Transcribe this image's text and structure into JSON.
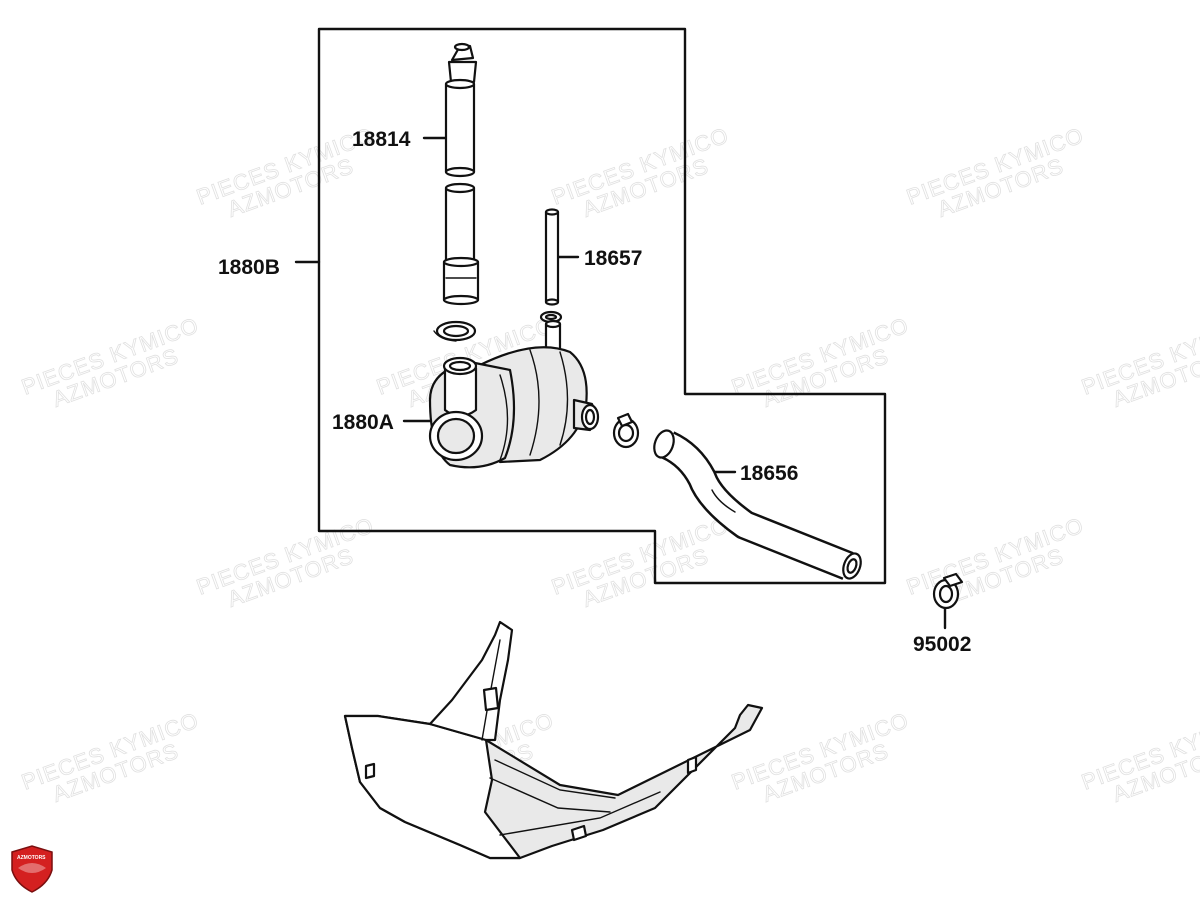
{
  "part_labels": {
    "assembly_box": "1880B",
    "standpipe": "18814",
    "vent_tube": "18657",
    "fuel_cock": "1880A",
    "fuel_hose": "18656",
    "hose_clip": "95002"
  },
  "watermark": {
    "line1": "PIECES KYMICO",
    "line2": "AZMOTORS"
  },
  "logo": {
    "text": "AZMOTORS",
    "color": "#d42020"
  }
}
